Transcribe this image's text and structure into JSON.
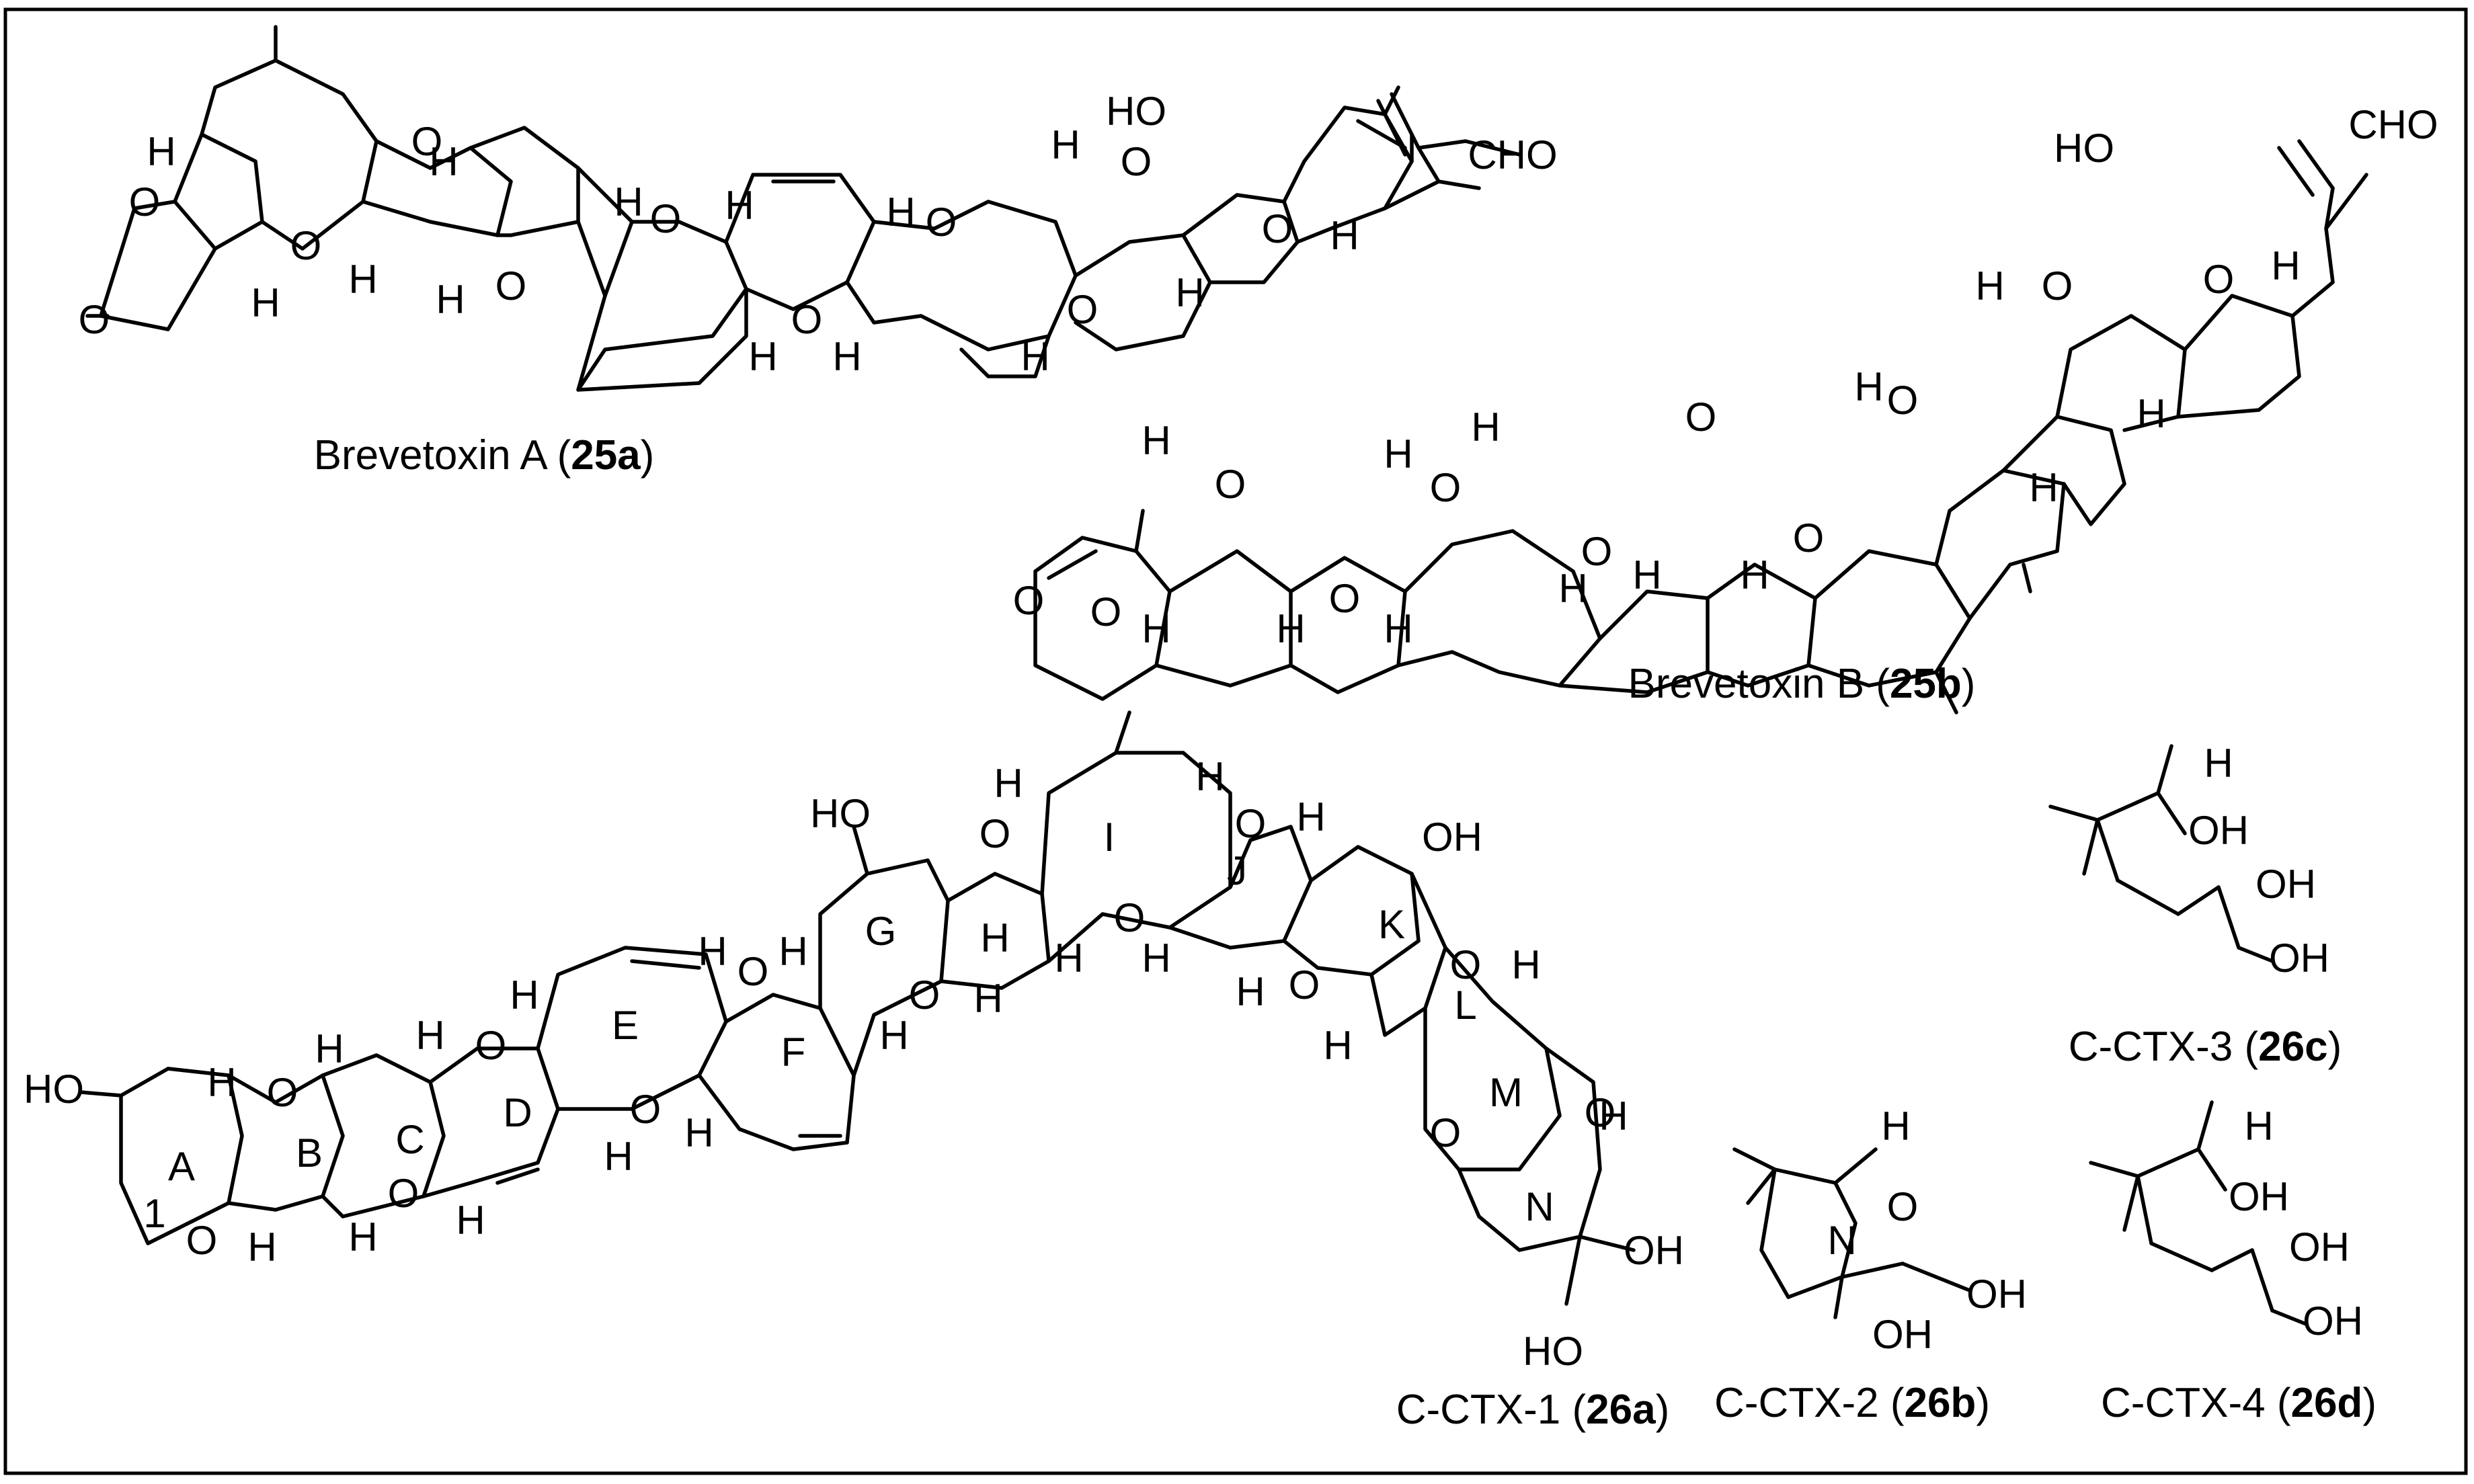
{
  "compounds": [
    {
      "name": "Brevetoxin A",
      "label": "25a"
    },
    {
      "name": "Brevetoxin B",
      "label": "25b"
    },
    {
      "name": "C-CTX-1",
      "label": "26a"
    },
    {
      "name": "C-CTX-2",
      "label": "26b"
    },
    {
      "name": "C-CTX-3",
      "label": "26c"
    },
    {
      "name": "C-CTX-4",
      "label": "26d"
    }
  ],
  "atoms": {
    "oxygen": "O",
    "hydrogen": "H",
    "hydroxyl": "OH",
    "hydroxyl_left": "HO",
    "aldehyde": "CHO"
  },
  "rings": [
    "A",
    "B",
    "C",
    "D",
    "E",
    "F",
    "G",
    "H",
    "I",
    "J",
    "K",
    "L",
    "M",
    "N"
  ],
  "position_numbers": [
    "1"
  ]
}
